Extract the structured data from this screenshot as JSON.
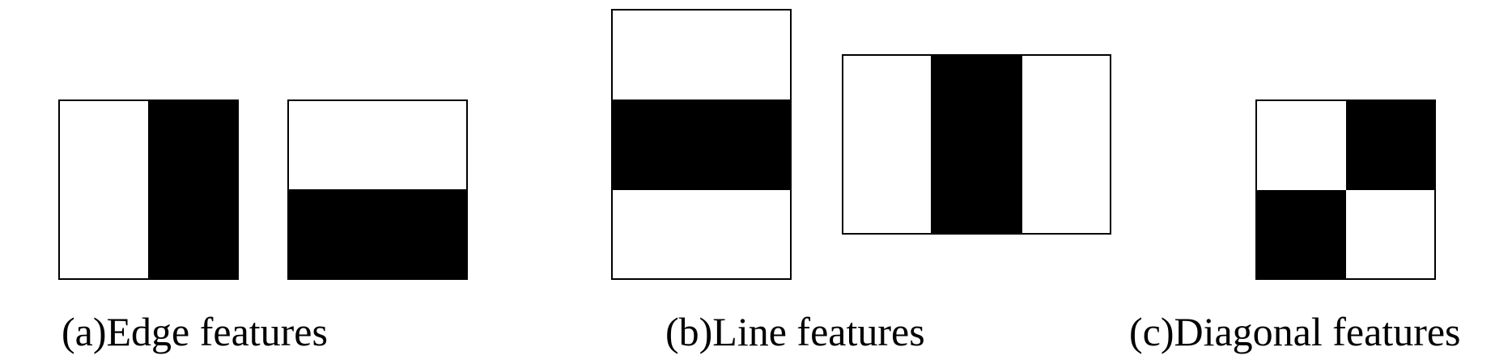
{
  "captions": {
    "edge": "(a)Edge features",
    "line": "(b)Line features",
    "diagonal": "(c)Diagonal features"
  },
  "colors": {
    "dark_region": "#000000",
    "light_region": "#ffffff",
    "outline": "#000000"
  }
}
